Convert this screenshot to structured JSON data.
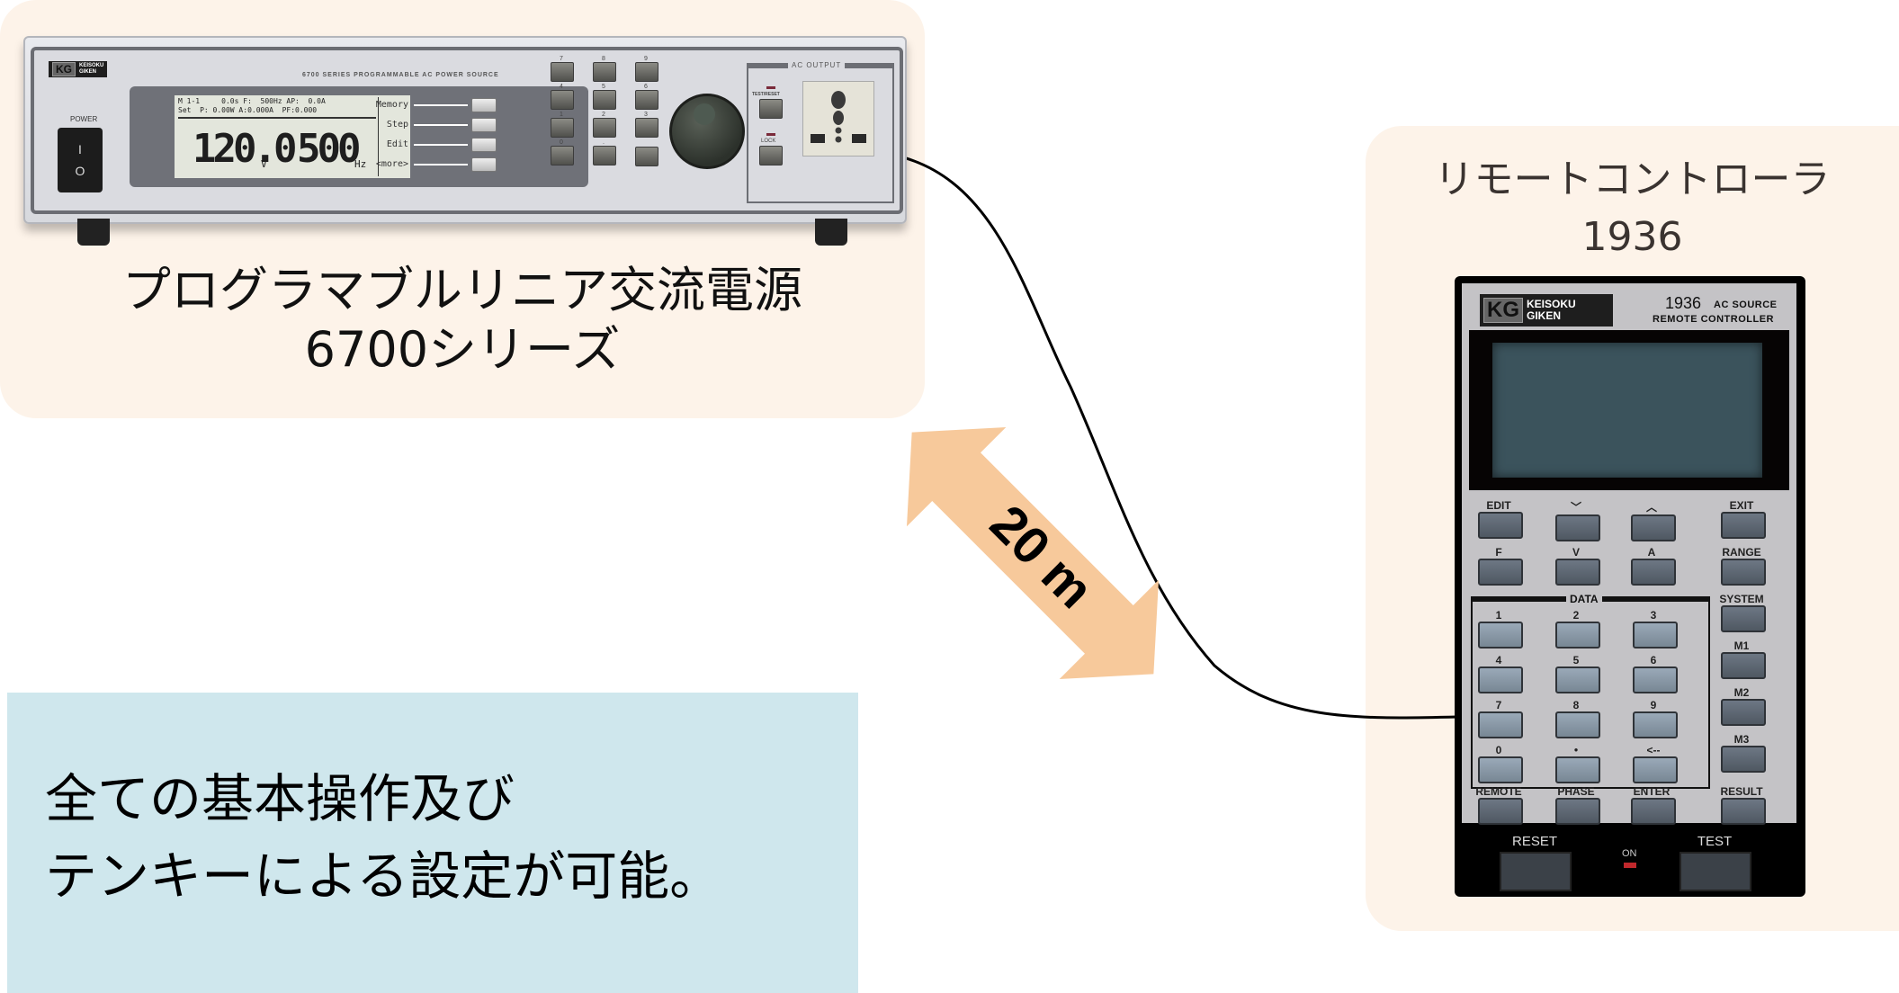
{
  "colors": {
    "panel_bg": "#fdf3e9",
    "note_bg": "#cfe7ed",
    "arrow": "#f7c99b",
    "cable": "#000000",
    "remote_screen": "#3b535c"
  },
  "power_source": {
    "caption_line1": "プログラマブルリニア交流電源",
    "caption_line2": "6700シリーズ",
    "brand_short": "KG",
    "brand_line1": "KEISOKU",
    "brand_line2": "GIKEN",
    "series_title": "6700 SERIES PROGRAMMABLE AC POWER SOURCE",
    "power_label": "POWER",
    "power_on_symbol": "I",
    "power_off_symbol": "O",
    "lcd": {
      "row1": "M 1-1     0.0s F:  500Hz AP:  0.0A",
      "row2": "Set  P: 0.00W A:0.000A  PF:0.000",
      "voltage": "120.0",
      "voltage_unit": "V",
      "frequency": "500",
      "frequency_unit": "Hz"
    },
    "softkeys": [
      "Memory",
      "Step",
      "Edit",
      "<more>"
    ],
    "keypad": [
      "7",
      "8",
      "9",
      "4",
      "5",
      "6",
      "1",
      "2",
      "3",
      "0",
      ".",
      ""
    ],
    "ac_output_title": "AC OUTPUT",
    "test_reset_label": "TEST/RESET",
    "lock_label": "LOCK"
  },
  "cable": {
    "distance_label": "20 m"
  },
  "remote": {
    "caption_line1": "リモートコントローラ",
    "caption_line2": "1936",
    "brand_short": "KG",
    "brand_line1": "KEISOKU",
    "brand_line2": "GIKEN",
    "model": "1936",
    "subtitle1": "AC SOURCE",
    "subtitle2": "REMOTE CONTROLLER",
    "row1": [
      "EDIT",
      "﹀",
      "︿",
      "EXIT"
    ],
    "row2": [
      "F",
      "V",
      "A",
      "RANGE"
    ],
    "data_title": "DATA",
    "numpad": [
      "1",
      "2",
      "3",
      "4",
      "5",
      "6",
      "7",
      "8",
      "9",
      "0",
      "●",
      "<--"
    ],
    "side_keys": [
      "SYSTEM",
      "M1",
      "M2",
      "M3"
    ],
    "bottom_row": [
      "REMOTE",
      "PHASE",
      "ENTER",
      "RESULT"
    ],
    "reset_label": "RESET",
    "test_label": "TEST",
    "on_label": "ON"
  },
  "note": {
    "line1": "全ての基本操作及び",
    "line2": "テンキーによる設定が可能。"
  }
}
